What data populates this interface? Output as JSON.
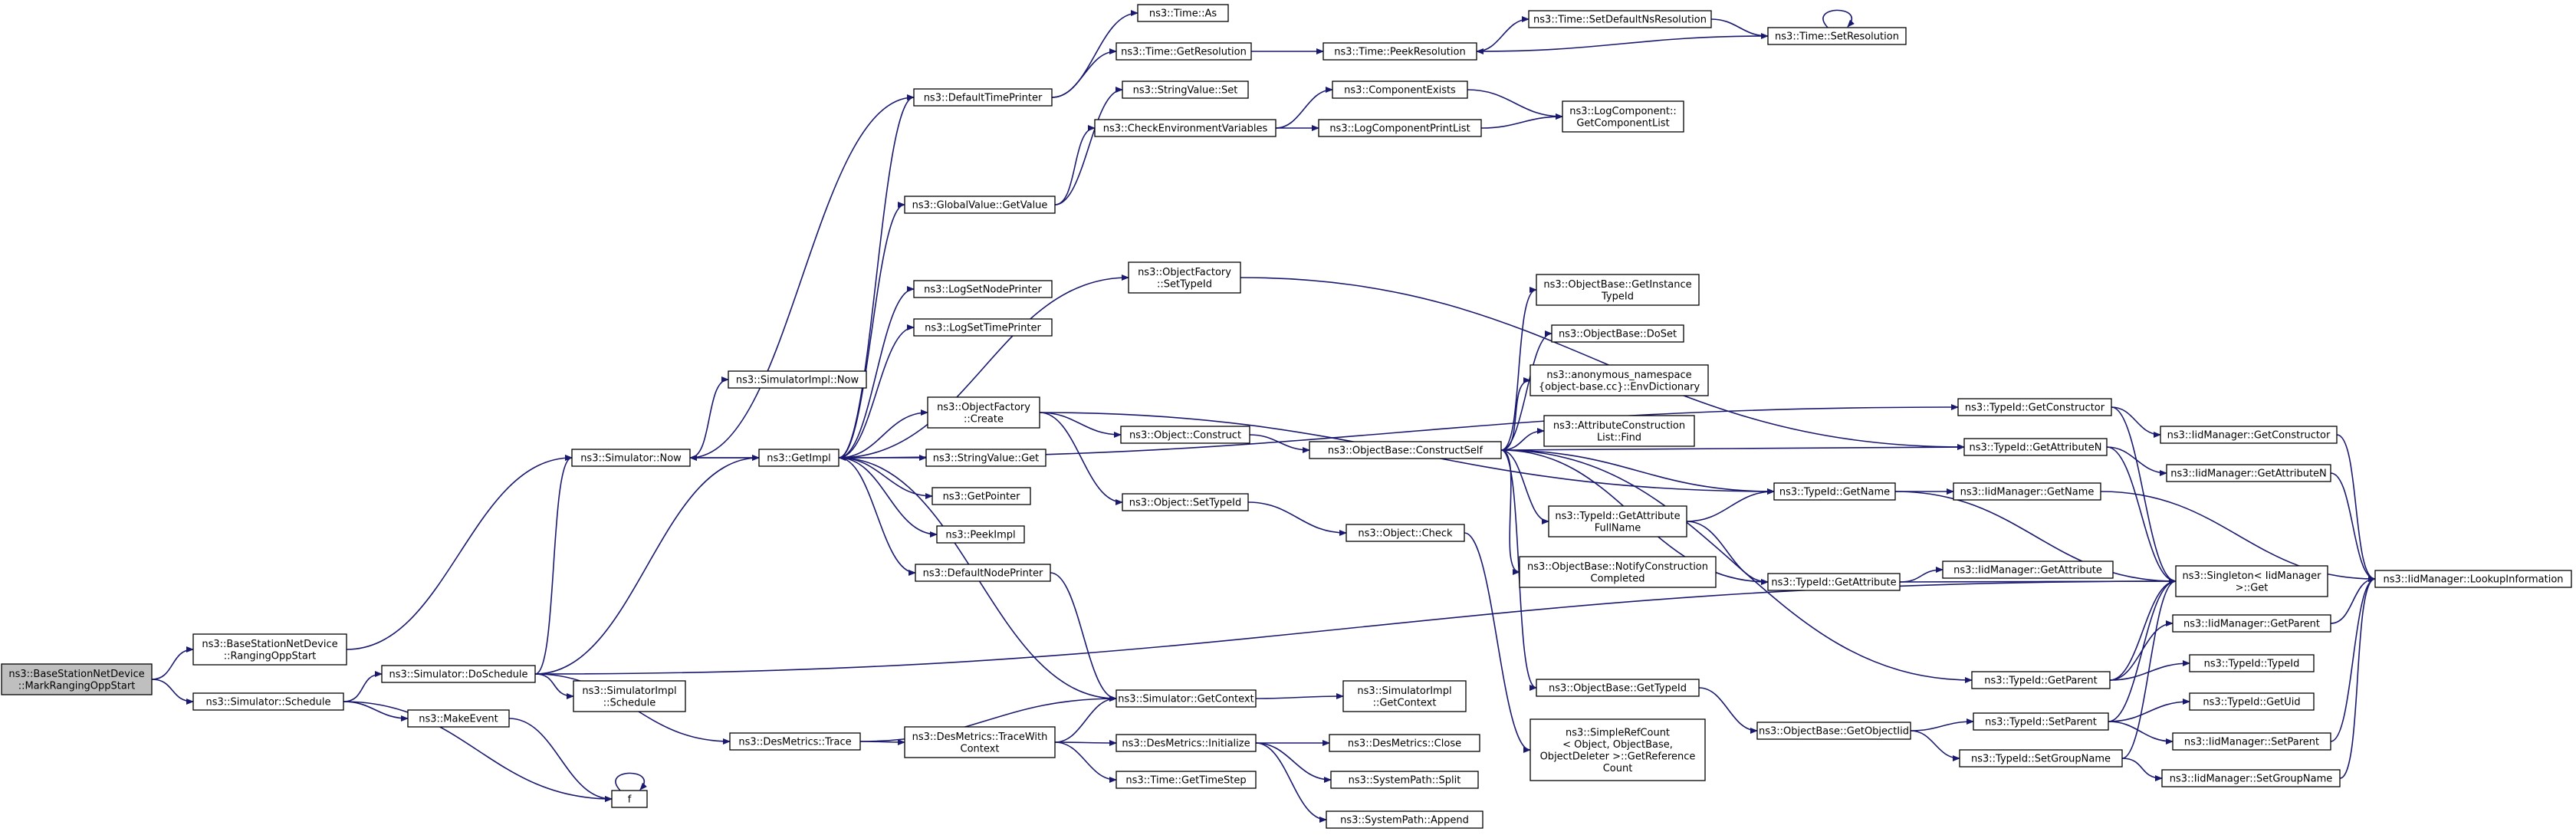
{
  "diagram": {
    "nodes": [
      {
        "id": "root",
        "label": [
          "ns3::BaseStationNetDevice",
          "::MarkRangingOppStart"
        ]
      },
      {
        "id": "bsrng",
        "label": [
          "ns3::BaseStationNetDevice",
          "::RangingOppStart"
        ]
      },
      {
        "id": "sched",
        "label": [
          "ns3::Simulator::Schedule"
        ]
      },
      {
        "id": "now",
        "label": [
          "ns3::Simulator::Now"
        ]
      },
      {
        "id": "dosched",
        "label": [
          "ns3::Simulator::DoSchedule"
        ]
      },
      {
        "id": "mkevt",
        "label": [
          "ns3::MakeEvent"
        ]
      },
      {
        "id": "f",
        "label": [
          "f"
        ]
      },
      {
        "id": "simimplnow",
        "label": [
          "ns3::SimulatorImpl::Now"
        ]
      },
      {
        "id": "simimplsched",
        "label": [
          "ns3::SimulatorImpl",
          "::Schedule"
        ]
      },
      {
        "id": "getimpl",
        "label": [
          "ns3::GetImpl"
        ]
      },
      {
        "id": "destrace",
        "label": [
          "ns3::DesMetrics::Trace"
        ]
      },
      {
        "id": "deftp",
        "label": [
          "ns3::DefaultTimePrinter"
        ]
      },
      {
        "id": "gvget",
        "label": [
          "ns3::GlobalValue::GetValue"
        ]
      },
      {
        "id": "lsnp",
        "label": [
          "ns3::LogSetNodePrinter"
        ]
      },
      {
        "id": "lstp",
        "label": [
          "ns3::LogSetTimePrinter"
        ]
      },
      {
        "id": "ofcreate",
        "label": [
          "ns3::ObjectFactory",
          "::Create"
        ]
      },
      {
        "id": "svget",
        "label": [
          "ns3::StringValue::Get"
        ]
      },
      {
        "id": "getptr",
        "label": [
          "ns3::GetPointer"
        ]
      },
      {
        "id": "peekimpl",
        "label": [
          "ns3::PeekImpl"
        ]
      },
      {
        "id": "defnp",
        "label": [
          "ns3::DefaultNodePrinter"
        ]
      },
      {
        "id": "dtwc",
        "label": [
          "ns3::DesMetrics::TraceWith",
          "Context"
        ]
      },
      {
        "id": "timeas",
        "label": [
          "ns3::Time::As"
        ]
      },
      {
        "id": "timegetres",
        "label": [
          "ns3::Time::GetResolution"
        ]
      },
      {
        "id": "svset",
        "label": [
          "ns3::StringValue::Set"
        ]
      },
      {
        "id": "cev",
        "label": [
          "ns3::CheckEnvironmentVariables"
        ]
      },
      {
        "id": "ofsettid",
        "label": [
          "ns3::ObjectFactory",
          "::SetTypeId"
        ]
      },
      {
        "id": "objconstruct",
        "label": [
          "ns3::Object::Construct"
        ]
      },
      {
        "id": "objsettid",
        "label": [
          "ns3::Object::SetTypeId"
        ]
      },
      {
        "id": "simgetctx",
        "label": [
          "ns3::Simulator::GetContext"
        ]
      },
      {
        "id": "desinit",
        "label": [
          "ns3::DesMetrics::Initialize"
        ]
      },
      {
        "id": "timestep",
        "label": [
          "ns3::Time::GetTimeStep"
        ]
      },
      {
        "id": "timepeekres",
        "label": [
          "ns3::Time::PeekResolution"
        ]
      },
      {
        "id": "compexists",
        "label": [
          "ns3::ComponentExists"
        ]
      },
      {
        "id": "lcpl",
        "label": [
          "ns3::LogComponentPrintList"
        ]
      },
      {
        "id": "obcself",
        "label": [
          "ns3::ObjectBase::ConstructSelf"
        ]
      },
      {
        "id": "objcheck",
        "label": [
          "ns3::Object::Check"
        ]
      },
      {
        "id": "simimplgetctx",
        "label": [
          "ns3::SimulatorImpl",
          "::GetContext"
        ]
      },
      {
        "id": "desclose",
        "label": [
          "ns3::DesMetrics::Close"
        ]
      },
      {
        "id": "spsplit",
        "label": [
          "ns3::SystemPath::Split"
        ]
      },
      {
        "id": "spappend",
        "label": [
          "ns3::SystemPath::Append"
        ]
      },
      {
        "id": "tsetdef",
        "label": [
          "ns3::Time::SetDefaultNsResolution"
        ]
      },
      {
        "id": "tsetres",
        "label": [
          "ns3::Time::SetResolution"
        ]
      },
      {
        "id": "lcgcl",
        "label": [
          "ns3::LogComponent::",
          "GetComponentList"
        ]
      },
      {
        "id": "obgit",
        "label": [
          "ns3::ObjectBase::GetInstance",
          "TypeId"
        ]
      },
      {
        "id": "obdoset",
        "label": [
          "ns3::ObjectBase::DoSet"
        ]
      },
      {
        "id": "anonenv",
        "label": [
          "ns3::anonymous_namespace",
          "{object-base.cc}::EnvDictionary"
        ]
      },
      {
        "id": "aclfind",
        "label": [
          "ns3::AttributeConstruction",
          "List::Find"
        ]
      },
      {
        "id": "tidgaf",
        "label": [
          "ns3::TypeId::GetAttribute",
          "FullName"
        ]
      },
      {
        "id": "obnotify",
        "label": [
          "ns3::ObjectBase::NotifyConstruction",
          "Completed"
        ]
      },
      {
        "id": "obgettid",
        "label": [
          "ns3::ObjectBase::GetTypeId"
        ]
      },
      {
        "id": "srcgrc",
        "label": [
          "ns3::SimpleRefCount",
          "< Object, ObjectBase,",
          "ObjectDeleter >::GetReference",
          "Count"
        ]
      },
      {
        "id": "tidgetname",
        "label": [
          "ns3::TypeId::GetName"
        ]
      },
      {
        "id": "tidgetattr",
        "label": [
          "ns3::TypeId::GetAttribute"
        ]
      },
      {
        "id": "obgetoid",
        "label": [
          "ns3::ObjectBase::GetObjectIid"
        ]
      },
      {
        "id": "tidgetctor",
        "label": [
          "ns3::TypeId::GetConstructor"
        ]
      },
      {
        "id": "tidgetattrn",
        "label": [
          "ns3::TypeId::GetAttributeN"
        ]
      },
      {
        "id": "iidgetname",
        "label": [
          "ns3::IidManager::GetName"
        ]
      },
      {
        "id": "iidgetattr",
        "label": [
          "ns3::IidManager::GetAttribute"
        ]
      },
      {
        "id": "tidgetparent",
        "label": [
          "ns3::TypeId::GetParent"
        ]
      },
      {
        "id": "tidsetparent",
        "label": [
          "ns3::TypeId::SetParent"
        ]
      },
      {
        "id": "tidsetgroup",
        "label": [
          "ns3::TypeId::SetGroupName"
        ]
      },
      {
        "id": "iidgetctor",
        "label": [
          "ns3::IidManager::GetConstructor"
        ]
      },
      {
        "id": "iidgetattrn",
        "label": [
          "ns3::IidManager::GetAttributeN"
        ]
      },
      {
        "id": "singleton",
        "label": [
          "ns3::Singleton< IidManager",
          ">::Get"
        ]
      },
      {
        "id": "iidgetparent",
        "label": [
          "ns3::IidManager::GetParent"
        ]
      },
      {
        "id": "tidtid",
        "label": [
          "ns3::TypeId::TypeId"
        ]
      },
      {
        "id": "tidgetuid",
        "label": [
          "ns3::TypeId::GetUid"
        ]
      },
      {
        "id": "iidsetparent",
        "label": [
          "ns3::IidManager::SetParent"
        ]
      },
      {
        "id": "iidsetgroup",
        "label": [
          "ns3::IidManager::SetGroupName"
        ]
      },
      {
        "id": "iidlookup",
        "label": [
          "ns3::IidManager::LookupInformation"
        ]
      }
    ],
    "edges": [
      [
        "root",
        "bsrng"
      ],
      [
        "root",
        "sched"
      ],
      [
        "bsrng",
        "now"
      ],
      [
        "sched",
        "dosched"
      ],
      [
        "sched",
        "mkevt"
      ],
      [
        "sched",
        "f"
      ],
      [
        "now",
        "simimplnow"
      ],
      [
        "now",
        "getimpl"
      ],
      [
        "dosched",
        "now"
      ],
      [
        "dosched",
        "getimpl"
      ],
      [
        "dosched",
        "simimplsched"
      ],
      [
        "dosched",
        "destrace"
      ],
      [
        "dosched",
        "singleton"
      ],
      [
        "mkevt",
        "f"
      ],
      [
        "f",
        "f"
      ],
      [
        "getimpl",
        "deftp"
      ],
      [
        "getimpl",
        "gvget"
      ],
      [
        "getimpl",
        "lsnp"
      ],
      [
        "getimpl",
        "lstp"
      ],
      [
        "getimpl",
        "ofcreate"
      ],
      [
        "getimpl",
        "svget"
      ],
      [
        "getimpl",
        "getptr"
      ],
      [
        "getimpl",
        "peekimpl"
      ],
      [
        "getimpl",
        "defnp"
      ],
      [
        "getimpl",
        "ofsettid"
      ],
      [
        "getimpl",
        "tidgetctor"
      ],
      [
        "getimpl",
        "now"
      ],
      [
        "deftp",
        "timeas"
      ],
      [
        "deftp",
        "timegetres"
      ],
      [
        "deftp",
        "now"
      ],
      [
        "timegetres",
        "timepeekres"
      ],
      [
        "gvget",
        "svset"
      ],
      [
        "gvget",
        "cev"
      ],
      [
        "cev",
        "compexists"
      ],
      [
        "cev",
        "lcpl"
      ],
      [
        "compexists",
        "lcgcl"
      ],
      [
        "lcpl",
        "lcgcl"
      ],
      [
        "ofcreate",
        "objconstruct"
      ],
      [
        "ofcreate",
        "objsettid"
      ],
      [
        "ofcreate",
        "tidgetname"
      ],
      [
        "objconstruct",
        "obcself"
      ],
      [
        "objsettid",
        "objcheck"
      ],
      [
        "objcheck",
        "srcgrc"
      ],
      [
        "ofsettid",
        "tidgetattrn"
      ],
      [
        "defnp",
        "simgetctx"
      ],
      [
        "destrace",
        "simgetctx"
      ],
      [
        "destrace",
        "dtwc"
      ],
      [
        "dtwc",
        "simgetctx"
      ],
      [
        "dtwc",
        "desinit"
      ],
      [
        "dtwc",
        "timestep"
      ],
      [
        "desinit",
        "desclose"
      ],
      [
        "desinit",
        "spsplit"
      ],
      [
        "desinit",
        "spappend"
      ],
      [
        "simgetctx",
        "simimplgetctx"
      ],
      [
        "simgetctx",
        "getimpl"
      ],
      [
        "timepeekres",
        "tsetdef"
      ],
      [
        "tsetdef",
        "tsetres"
      ],
      [
        "tsetres",
        "tsetres"
      ],
      [
        "tsetres",
        "timepeekres"
      ],
      [
        "obcself",
        "obgit"
      ],
      [
        "obcself",
        "obdoset"
      ],
      [
        "obcself",
        "anonenv"
      ],
      [
        "obcself",
        "aclfind"
      ],
      [
        "obcself",
        "tidgaf"
      ],
      [
        "obcself",
        "obnotify"
      ],
      [
        "obcself",
        "obgettid"
      ],
      [
        "obcself",
        "tidgetname"
      ],
      [
        "obcself",
        "tidgetattr"
      ],
      [
        "obcself",
        "tidgetparent"
      ],
      [
        "obcself",
        "tidgetattrn"
      ],
      [
        "tidgaf",
        "tidgetname"
      ],
      [
        "tidgaf",
        "tidgetattr"
      ],
      [
        "obgettid",
        "obgetoid"
      ],
      [
        "obgetoid",
        "tidsetparent"
      ],
      [
        "obgetoid",
        "tidsetgroup"
      ],
      [
        "tidgetname",
        "iidgetname"
      ],
      [
        "tidgetname",
        "singleton"
      ],
      [
        "tidgetattr",
        "iidgetattr"
      ],
      [
        "tidgetattr",
        "singleton"
      ],
      [
        "tidgetctor",
        "iidgetctor"
      ],
      [
        "tidgetctor",
        "singleton"
      ],
      [
        "tidgetattrn",
        "iidgetattrn"
      ],
      [
        "tidgetattrn",
        "singleton"
      ],
      [
        "tidgetparent",
        "iidgetparent"
      ],
      [
        "tidgetparent",
        "singleton"
      ],
      [
        "tidsetparent",
        "tidgetuid"
      ],
      [
        "tidsetparent",
        "iidsetparent"
      ],
      [
        "tidsetparent",
        "singleton"
      ],
      [
        "tidsetgroup",
        "iidsetgroup"
      ],
      [
        "tidsetgroup",
        "singleton"
      ],
      [
        "iidgetname",
        "iidlookup"
      ],
      [
        "iidgetctor",
        "iidlookup"
      ],
      [
        "iidgetattrn",
        "iidlookup"
      ],
      [
        "iidgetparent",
        "iidlookup"
      ],
      [
        "iidsetparent",
        "iidlookup"
      ],
      [
        "iidsetgroup",
        "iidlookup"
      ],
      [
        "tidgetparent",
        "tidtid"
      ]
    ]
  }
}
